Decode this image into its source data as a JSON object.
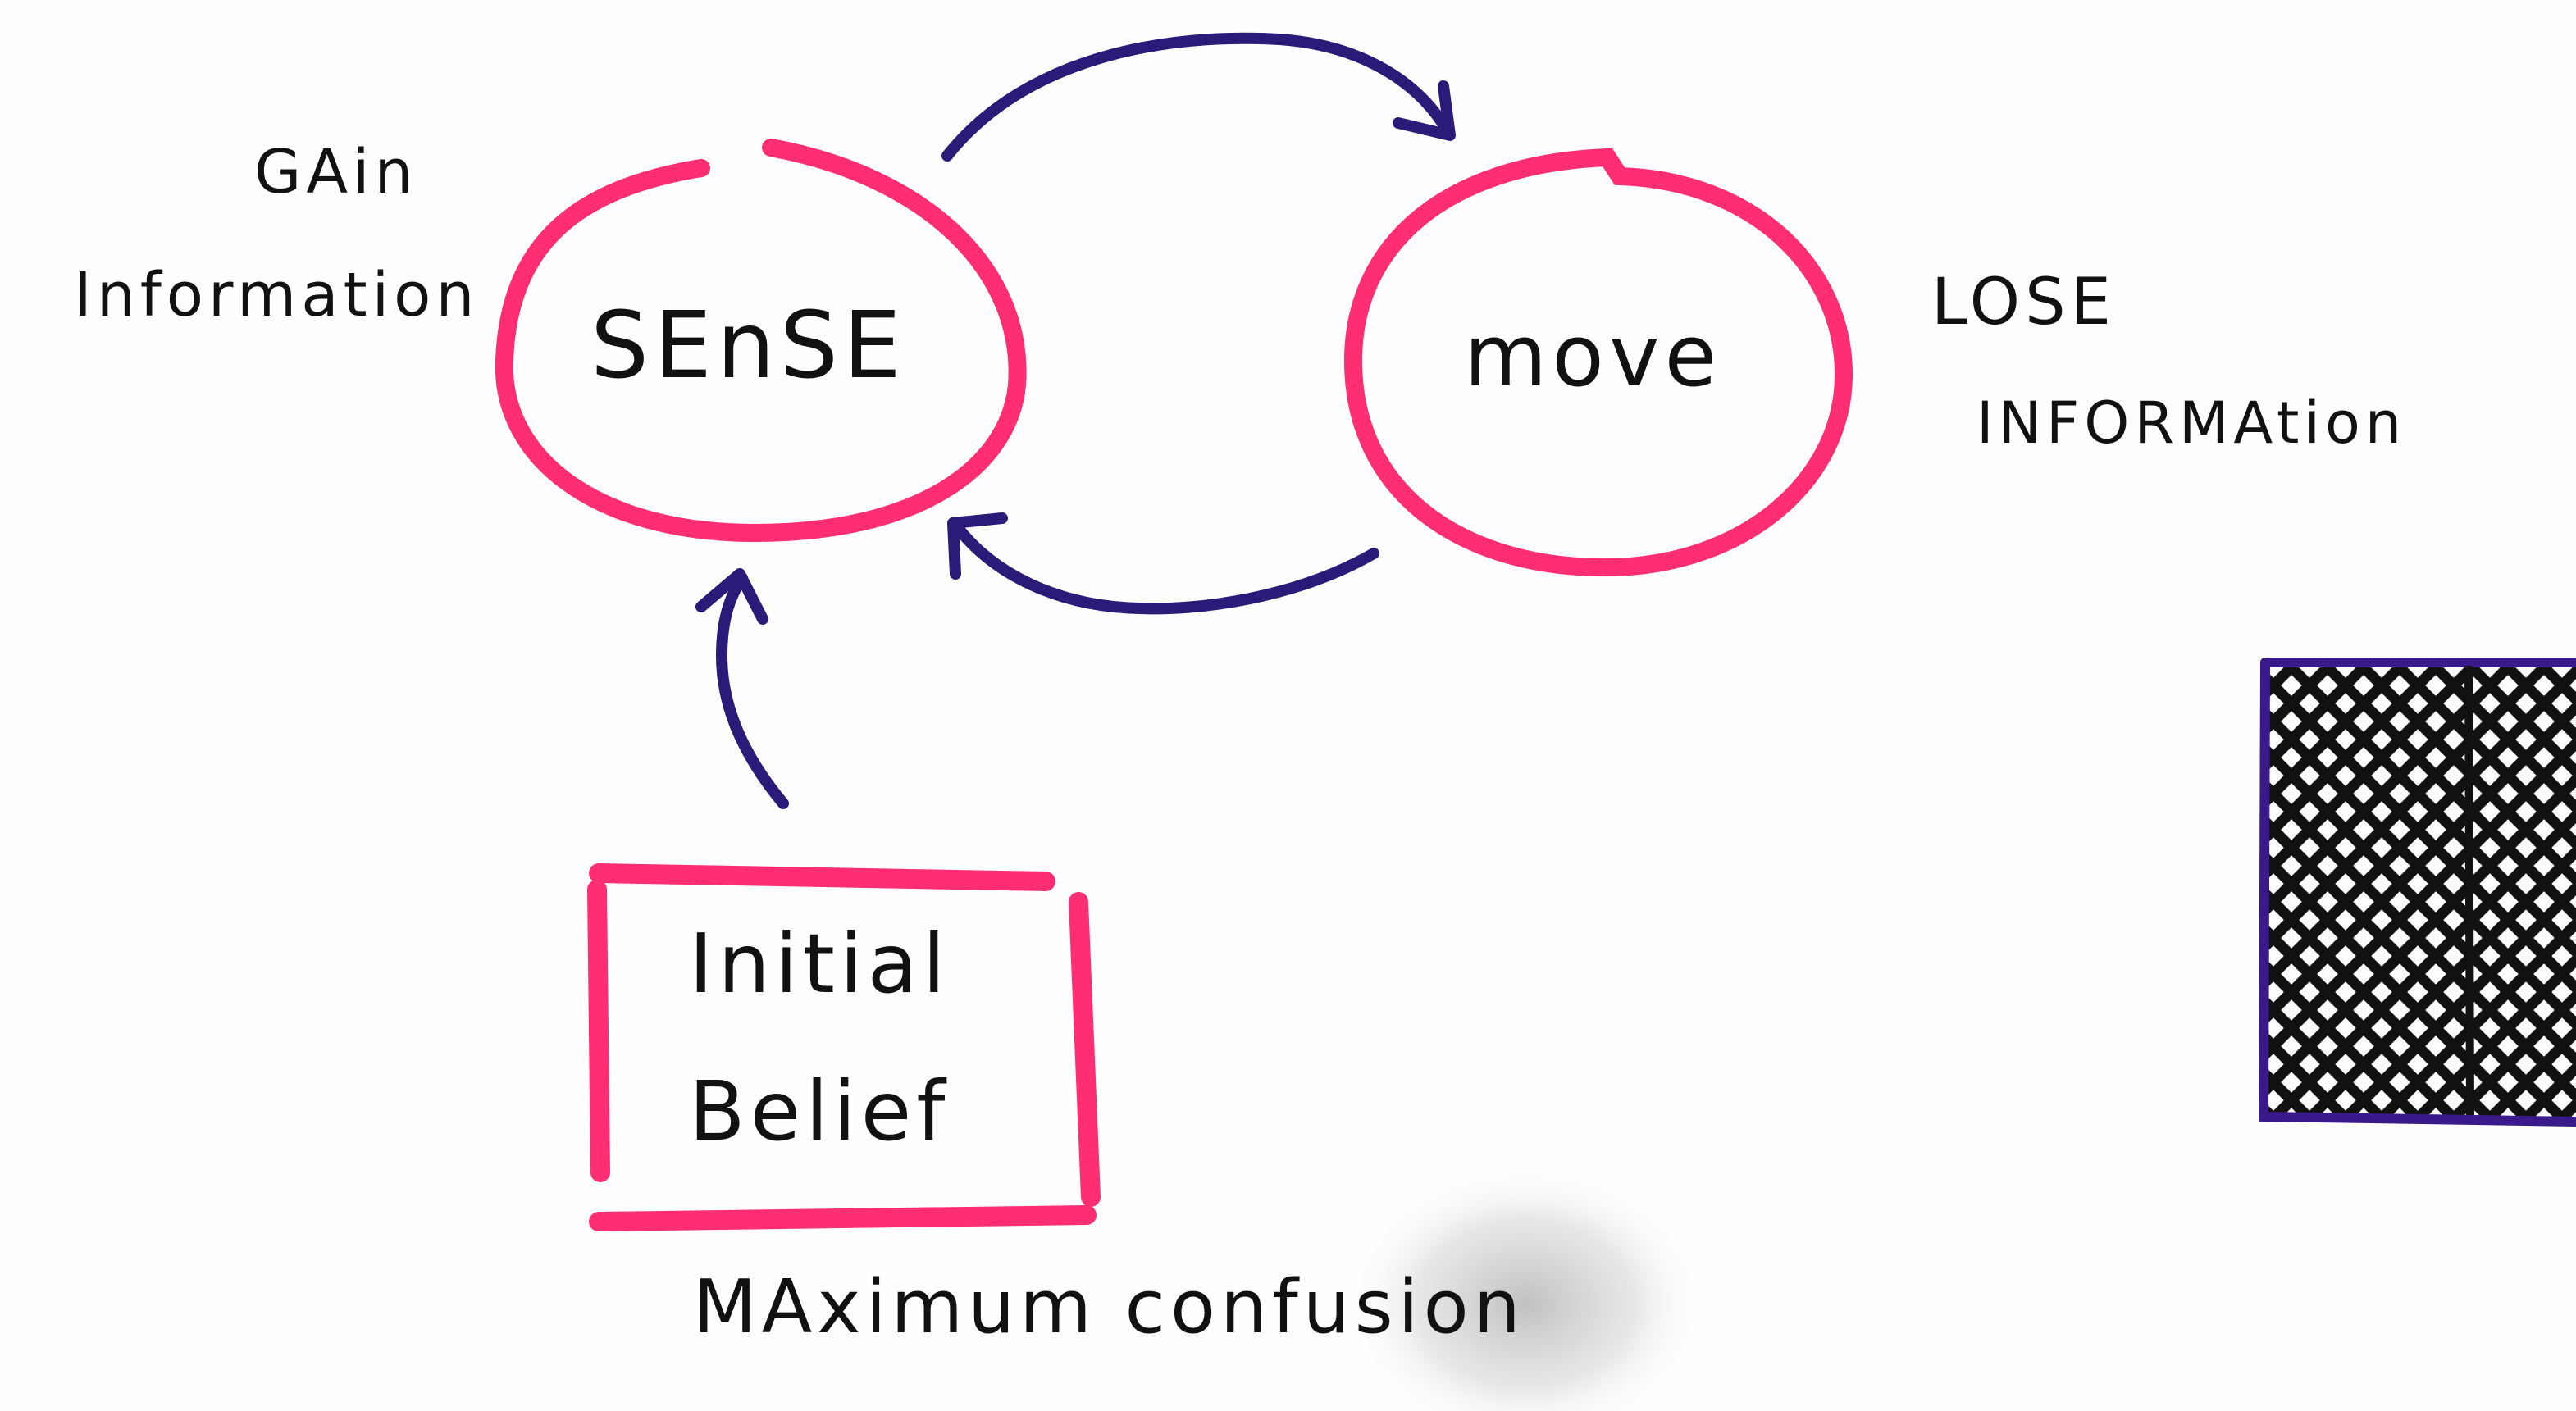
{
  "diagram": {
    "sense_node": {
      "label": "SEnSE"
    },
    "move_node": {
      "label": "move"
    },
    "gain_info": {
      "line1": "GAin",
      "line2": "Information"
    },
    "lose_info": {
      "line1": "LOSE",
      "line2": "INFORMAtion"
    },
    "initial_belief": {
      "line1": "Initial",
      "line2": "Belief"
    },
    "max_confusion": {
      "label": "MAximum confusion"
    },
    "colors": {
      "node_stroke": "#ff2d72",
      "arrow_stroke": "#2b1a78",
      "text": "#111111",
      "hatch": "#111111",
      "hatch_border": "#3a1a8a",
      "smudge": "#9a9a9a"
    }
  }
}
